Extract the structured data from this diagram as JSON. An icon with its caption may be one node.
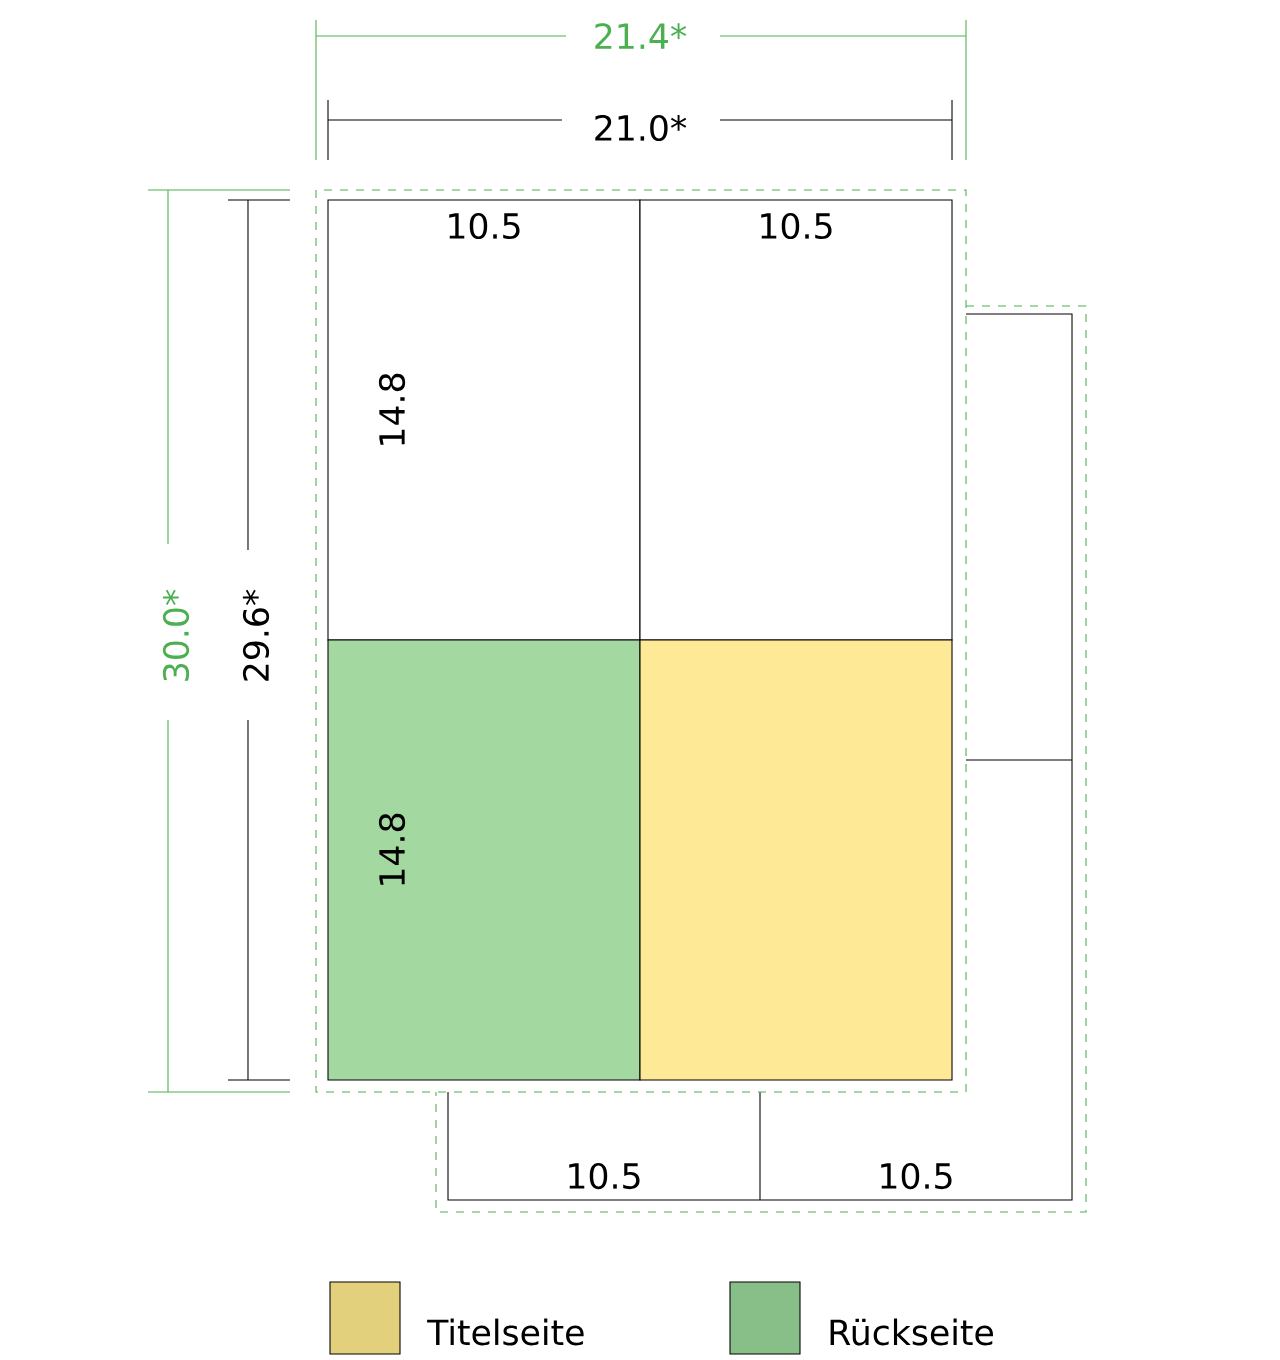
{
  "diagram": {
    "nodes": [
      {
        "text": [
          "10.5",
          "14.8"
        ]
      },
      {
        "text": [
          "10.5"
        ]
      },
      {
        "text": [
          "14.8"
        ]
      },
      {
        "text": [],
        "shape": "box"
      }
    ],
    "labels": [
      "21.4*",
      "21.0*",
      "30.0*",
      "29.6*",
      "10.5",
      "10.5"
    ],
    "legend": [
      {
        "text": "Titelseite",
        "color": "#e3d07c"
      },
      {
        "text": "Rückseite",
        "color": "#88bf88"
      }
    ]
  }
}
